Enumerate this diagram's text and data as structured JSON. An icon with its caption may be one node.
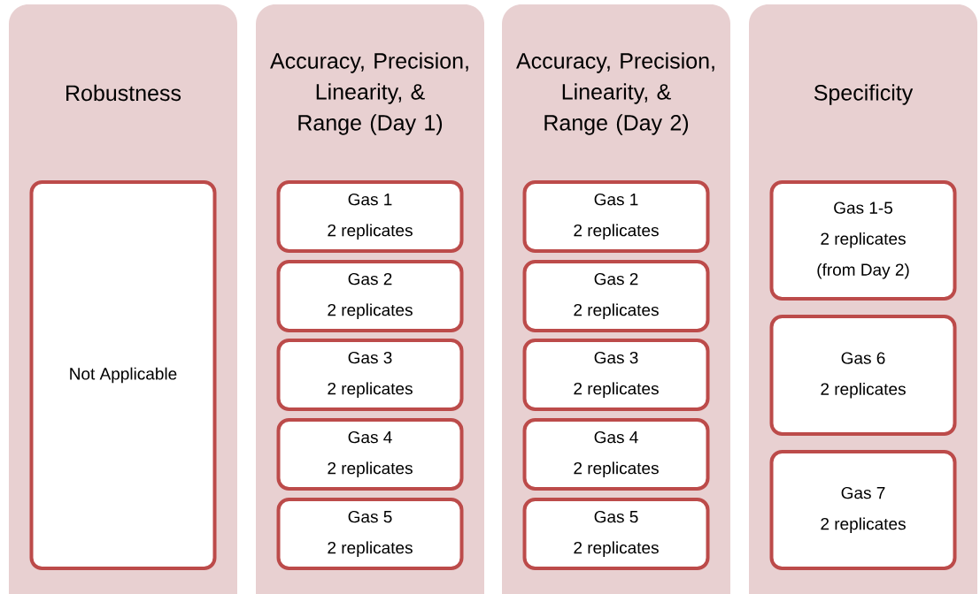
{
  "diagram": {
    "nodes": [
      {
        "text": [
          "Robustness"
        ]
      },
      {
        "text": [
          "Not Applicable"
        ],
        "in": 0
      },
      {
        "text": [
          "Accuracy, Precision, Linearity, & Range (Day 1)"
        ]
      },
      {
        "text": [
          "Gas 1",
          "2 replicates"
        ],
        "in": 2
      },
      {
        "text": [
          "Gas 2",
          "2 replicates"
        ],
        "in": 2
      },
      {
        "text": [
          "Gas 3",
          "2 replicates"
        ],
        "in": 2
      },
      {
        "text": [
          "Gas 4",
          "2 replicates"
        ],
        "in": 2
      },
      {
        "text": [
          "Gas 5",
          "2 replicates"
        ],
        "in": 2
      },
      {
        "text": [
          "Accuracy, Precision, Linearity, & Range (Day 2)"
        ]
      },
      {
        "text": [
          "Gas 1",
          "2 replicates"
        ],
        "in": 8
      },
      {
        "text": [
          "Gas 2",
          "2 replicates"
        ],
        "in": 8
      },
      {
        "text": [
          "Gas 3",
          "2 replicates"
        ],
        "in": 8
      },
      {
        "text": [
          "Gas 4",
          "2 replicates"
        ],
        "in": 8
      },
      {
        "text": [
          "Gas 5",
          "2 replicates"
        ],
        "in": 8
      },
      {
        "text": [
          "Specificity"
        ]
      },
      {
        "text": [
          "Gas 1-5",
          "2 replicates",
          "(from Day 2)"
        ],
        "in": 14
      },
      {
        "text": [
          "Gas 6",
          "2 replicates"
        ],
        "in": 14
      },
      {
        "text": [
          "Gas 7",
          "2 replicates"
        ],
        "in": 14
      }
    ]
  }
}
